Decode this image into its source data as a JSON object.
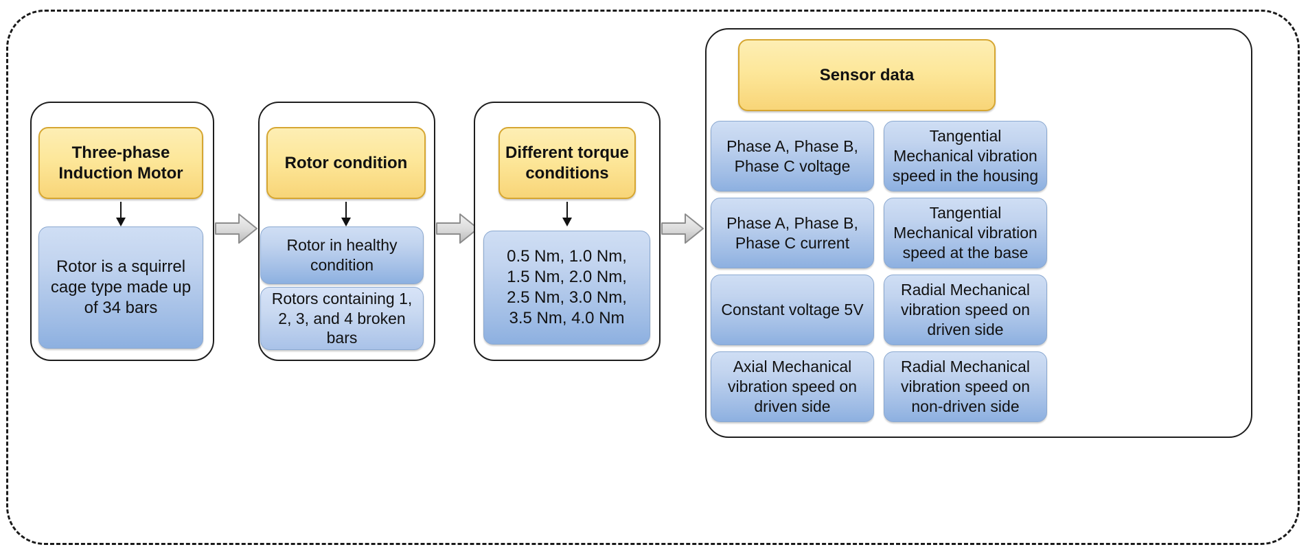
{
  "diagram": {
    "title": "Three-phase induction motor experimental setup data flow",
    "colors": {
      "header_fill": "#f8d578",
      "header_border": "#d6a631",
      "item_fill": "#9fbce5",
      "item_border": "#8aa8d0",
      "panel_border": "#1d1d1d",
      "outer_border": "#1a1a1a",
      "arrow_fill": "#cfcfcf",
      "arrow_stroke": "#808080"
    },
    "stages": [
      {
        "id": "motor",
        "header": "Three-phase Induction Motor",
        "items": [
          "Rotor is a squirrel cage type made up of 34 bars"
        ]
      },
      {
        "id": "rotor-condition",
        "header": "Rotor condition",
        "items": [
          "Rotor in healthy condition",
          "Rotors containing 1, 2, 3, and 4 broken bars"
        ]
      },
      {
        "id": "torque-conditions",
        "header": "Different torque conditions",
        "items": [
          "0.5 Nm, 1.0 Nm, 1.5 Nm, 2.0 Nm, 2.5 Nm, 3.0 Nm, 3.5 Nm, 4.0 Nm"
        ]
      }
    ],
    "torque_values": [
      "0.5 Nm",
      "1.0 Nm",
      "1.5 Nm",
      "2.0 Nm",
      "2.5 Nm",
      "3.0 Nm",
      "3.5 Nm",
      "4.0 Nm"
    ],
    "torque_lines": [
      "0.5 Nm, 1.0 Nm,",
      "1.5 Nm, 2.0 Nm,",
      "2.5 Nm, 3.0 Nm,",
      "3.5 Nm, 4.0 Nm"
    ],
    "sensor_panel": {
      "header": "Sensor data",
      "left_column": [
        "Phase A, Phase B, Phase C voltage",
        "Phase A, Phase B, Phase C current",
        "Constant voltage 5V",
        "Axial Mechanical vibration speed on driven side"
      ],
      "right_column": [
        "Tangential Mechanical vibration speed in the housing",
        "Tangential Mechanical vibration speed at the base",
        "Radial Mechanical vibration speed on driven side",
        "Radial Mechanical vibration speed on non-driven side"
      ]
    },
    "connectors": [
      {
        "id": "motor-to-rotor",
        "icon": "right-block-arrow-icon"
      },
      {
        "id": "rotor-to-torque",
        "icon": "right-block-arrow-icon"
      },
      {
        "id": "torque-to-sensor",
        "icon": "right-block-arrow-icon"
      },
      {
        "id": "motor-header-to-item",
        "icon": "down-arrow-icon"
      },
      {
        "id": "rotor-header-to-item",
        "icon": "down-arrow-icon"
      },
      {
        "id": "torque-header-to-item",
        "icon": "down-arrow-icon"
      }
    ]
  }
}
